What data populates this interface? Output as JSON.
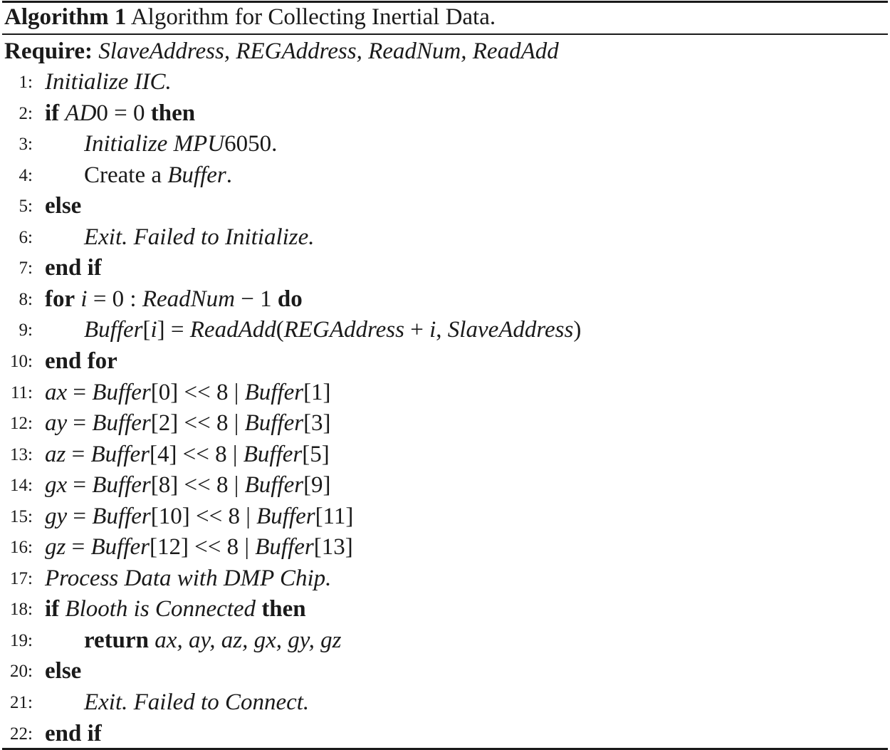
{
  "caption": {
    "label": "Algorithm 1",
    "title": "Algorithm for Collecting Inertial Data."
  },
  "require": {
    "label": "Require:",
    "params": "SlaveAddress, REGAddress, ReadNum, ReadAdd"
  },
  "lines": [
    {
      "num": "1:",
      "indent": 0,
      "parts": [
        {
          "t": "Initialize IIC.",
          "s": "it"
        }
      ]
    },
    {
      "num": "2:",
      "indent": 0,
      "parts": [
        {
          "t": "if",
          "s": "kw"
        },
        {
          "t": " "
        },
        {
          "t": "AD",
          "s": "it"
        },
        {
          "t": "0 = 0 "
        },
        {
          "t": "then",
          "s": "kw"
        }
      ]
    },
    {
      "num": "3:",
      "indent": 1,
      "parts": [
        {
          "t": "Initialize MPU",
          "s": "it"
        },
        {
          "t": "6050."
        }
      ]
    },
    {
      "num": "4:",
      "indent": 1,
      "parts": [
        {
          "t": "Create a "
        },
        {
          "t": "Buffer",
          "s": "it"
        },
        {
          "t": "."
        }
      ]
    },
    {
      "num": "5:",
      "indent": 0,
      "parts": [
        {
          "t": "else",
          "s": "kw"
        }
      ]
    },
    {
      "num": "6:",
      "indent": 1,
      "parts": [
        {
          "t": "Exit. Failed to Initialize.",
          "s": "it"
        }
      ]
    },
    {
      "num": "7:",
      "indent": 0,
      "parts": [
        {
          "t": "end if",
          "s": "kw"
        }
      ]
    },
    {
      "num": "8:",
      "indent": 0,
      "parts": [
        {
          "t": "for",
          "s": "kw"
        },
        {
          "t": " "
        },
        {
          "t": "i",
          "s": "it"
        },
        {
          "t": " = 0 : "
        },
        {
          "t": "ReadNum",
          "s": "it"
        },
        {
          "t": " − 1 "
        },
        {
          "t": "do",
          "s": "kw"
        }
      ]
    },
    {
      "num": "9:",
      "indent": 1,
      "parts": [
        {
          "t": "Buffer",
          "s": "it"
        },
        {
          "t": "["
        },
        {
          "t": "i",
          "s": "it"
        },
        {
          "t": "] = "
        },
        {
          "t": "ReadAdd",
          "s": "it"
        },
        {
          "t": "("
        },
        {
          "t": "REGAddress",
          "s": "it"
        },
        {
          "t": " + "
        },
        {
          "t": "i",
          "s": "it"
        },
        {
          "t": ", "
        },
        {
          "t": "SlaveAddress",
          "s": "it"
        },
        {
          "t": ")"
        }
      ]
    },
    {
      "num": "10:",
      "indent": 0,
      "parts": [
        {
          "t": "end for",
          "s": "kw"
        }
      ]
    },
    {
      "num": "11:",
      "indent": 0,
      "parts": [
        {
          "t": "ax",
          "s": "it"
        },
        {
          "t": " = "
        },
        {
          "t": "Buffer",
          "s": "it"
        },
        {
          "t": "[0] << 8 | "
        },
        {
          "t": "Buffer",
          "s": "it"
        },
        {
          "t": "[1]"
        }
      ]
    },
    {
      "num": "12:",
      "indent": 0,
      "parts": [
        {
          "t": "ay",
          "s": "it"
        },
        {
          "t": " = "
        },
        {
          "t": "Buffer",
          "s": "it"
        },
        {
          "t": "[2] << 8 | "
        },
        {
          "t": "Buffer",
          "s": "it"
        },
        {
          "t": "[3]"
        }
      ]
    },
    {
      "num": "13:",
      "indent": 0,
      "parts": [
        {
          "t": "az",
          "s": "it"
        },
        {
          "t": " = "
        },
        {
          "t": "Buffer",
          "s": "it"
        },
        {
          "t": "[4] << 8 | "
        },
        {
          "t": "Buffer",
          "s": "it"
        },
        {
          "t": "[5]"
        }
      ]
    },
    {
      "num": "14:",
      "indent": 0,
      "parts": [
        {
          "t": "gx",
          "s": "it"
        },
        {
          "t": " = "
        },
        {
          "t": "Buffer",
          "s": "it"
        },
        {
          "t": "[8] << 8 | "
        },
        {
          "t": "Buffer",
          "s": "it"
        },
        {
          "t": "[9]"
        }
      ]
    },
    {
      "num": "15:",
      "indent": 0,
      "parts": [
        {
          "t": "gy",
          "s": "it"
        },
        {
          "t": " = "
        },
        {
          "t": "Buffer",
          "s": "it"
        },
        {
          "t": "[10] << 8 | "
        },
        {
          "t": "Buffer",
          "s": "it"
        },
        {
          "t": "[11]"
        }
      ]
    },
    {
      "num": "16:",
      "indent": 0,
      "parts": [
        {
          "t": "gz",
          "s": "it"
        },
        {
          "t": " = "
        },
        {
          "t": "Buffer",
          "s": "it"
        },
        {
          "t": "[12] << 8 | "
        },
        {
          "t": "Buffer",
          "s": "it"
        },
        {
          "t": "[13]"
        }
      ]
    },
    {
      "num": "17:",
      "indent": 0,
      "parts": [
        {
          "t": "Process Data with DMP Chip.",
          "s": "it"
        }
      ]
    },
    {
      "num": "18:",
      "indent": 0,
      "parts": [
        {
          "t": "if",
          "s": "kw"
        },
        {
          "t": " "
        },
        {
          "t": "Blooth is Connected",
          "s": "it"
        },
        {
          "t": " "
        },
        {
          "t": "then",
          "s": "kw"
        }
      ]
    },
    {
      "num": "19:",
      "indent": 1,
      "parts": [
        {
          "t": "return",
          "s": "kw"
        },
        {
          "t": " "
        },
        {
          "t": "ax, ay, az, gx, gy, gz",
          "s": "it"
        }
      ]
    },
    {
      "num": "20:",
      "indent": 0,
      "parts": [
        {
          "t": "else",
          "s": "kw"
        }
      ]
    },
    {
      "num": "21:",
      "indent": 1,
      "parts": [
        {
          "t": "Exit. Failed to Connect.",
          "s": "it"
        }
      ]
    },
    {
      "num": "22:",
      "indent": 0,
      "parts": [
        {
          "t": "end if",
          "s": "kw"
        }
      ]
    }
  ]
}
